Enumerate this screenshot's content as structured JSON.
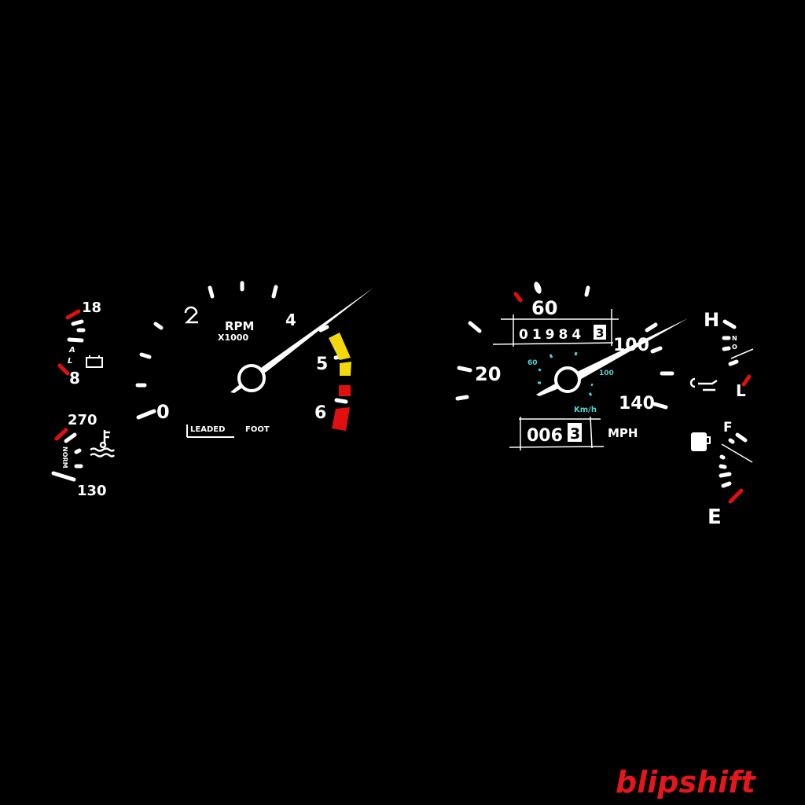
{
  "voltmeter": {
    "high_label": "18",
    "low_label": "8",
    "letters": [
      "A",
      "L"
    ],
    "icon": "battery-icon"
  },
  "temperature": {
    "high_label": "270",
    "low_label": "130",
    "norm_label": "NORM",
    "icon": "coolant-temp-icon"
  },
  "tachometer": {
    "labels": [
      "0",
      "4",
      "5",
      "6"
    ],
    "unit_line1": "RPM",
    "unit_line2": "X1000",
    "brand_word1": "LEADED",
    "brand_word2": "FOOT",
    "icon": "two-glyph-icon",
    "caution_color": "#f2d80c",
    "redline_color": "#e01010"
  },
  "speedometer": {
    "mph_labels": [
      "20",
      "60",
      "100",
      "140"
    ],
    "kmh_labels": [
      "60",
      "100"
    ],
    "kmh_unit": "Km/h",
    "odometer_digits": "01984",
    "odometer_last": "3",
    "trip_digits": "006",
    "trip_last": "3",
    "unit": "MPH",
    "kmh_color": "#4fd3d3"
  },
  "oil_gauge": {
    "high_label": "H",
    "low_label": "L",
    "mid_letters": [
      "N",
      "O"
    ],
    "icon": "oil-can-icon"
  },
  "fuel_gauge": {
    "full_label": "F",
    "empty_label": "E",
    "icon": "fuel-icon"
  },
  "brand": {
    "logo": "blipshift",
    "color": "#e3171c"
  }
}
